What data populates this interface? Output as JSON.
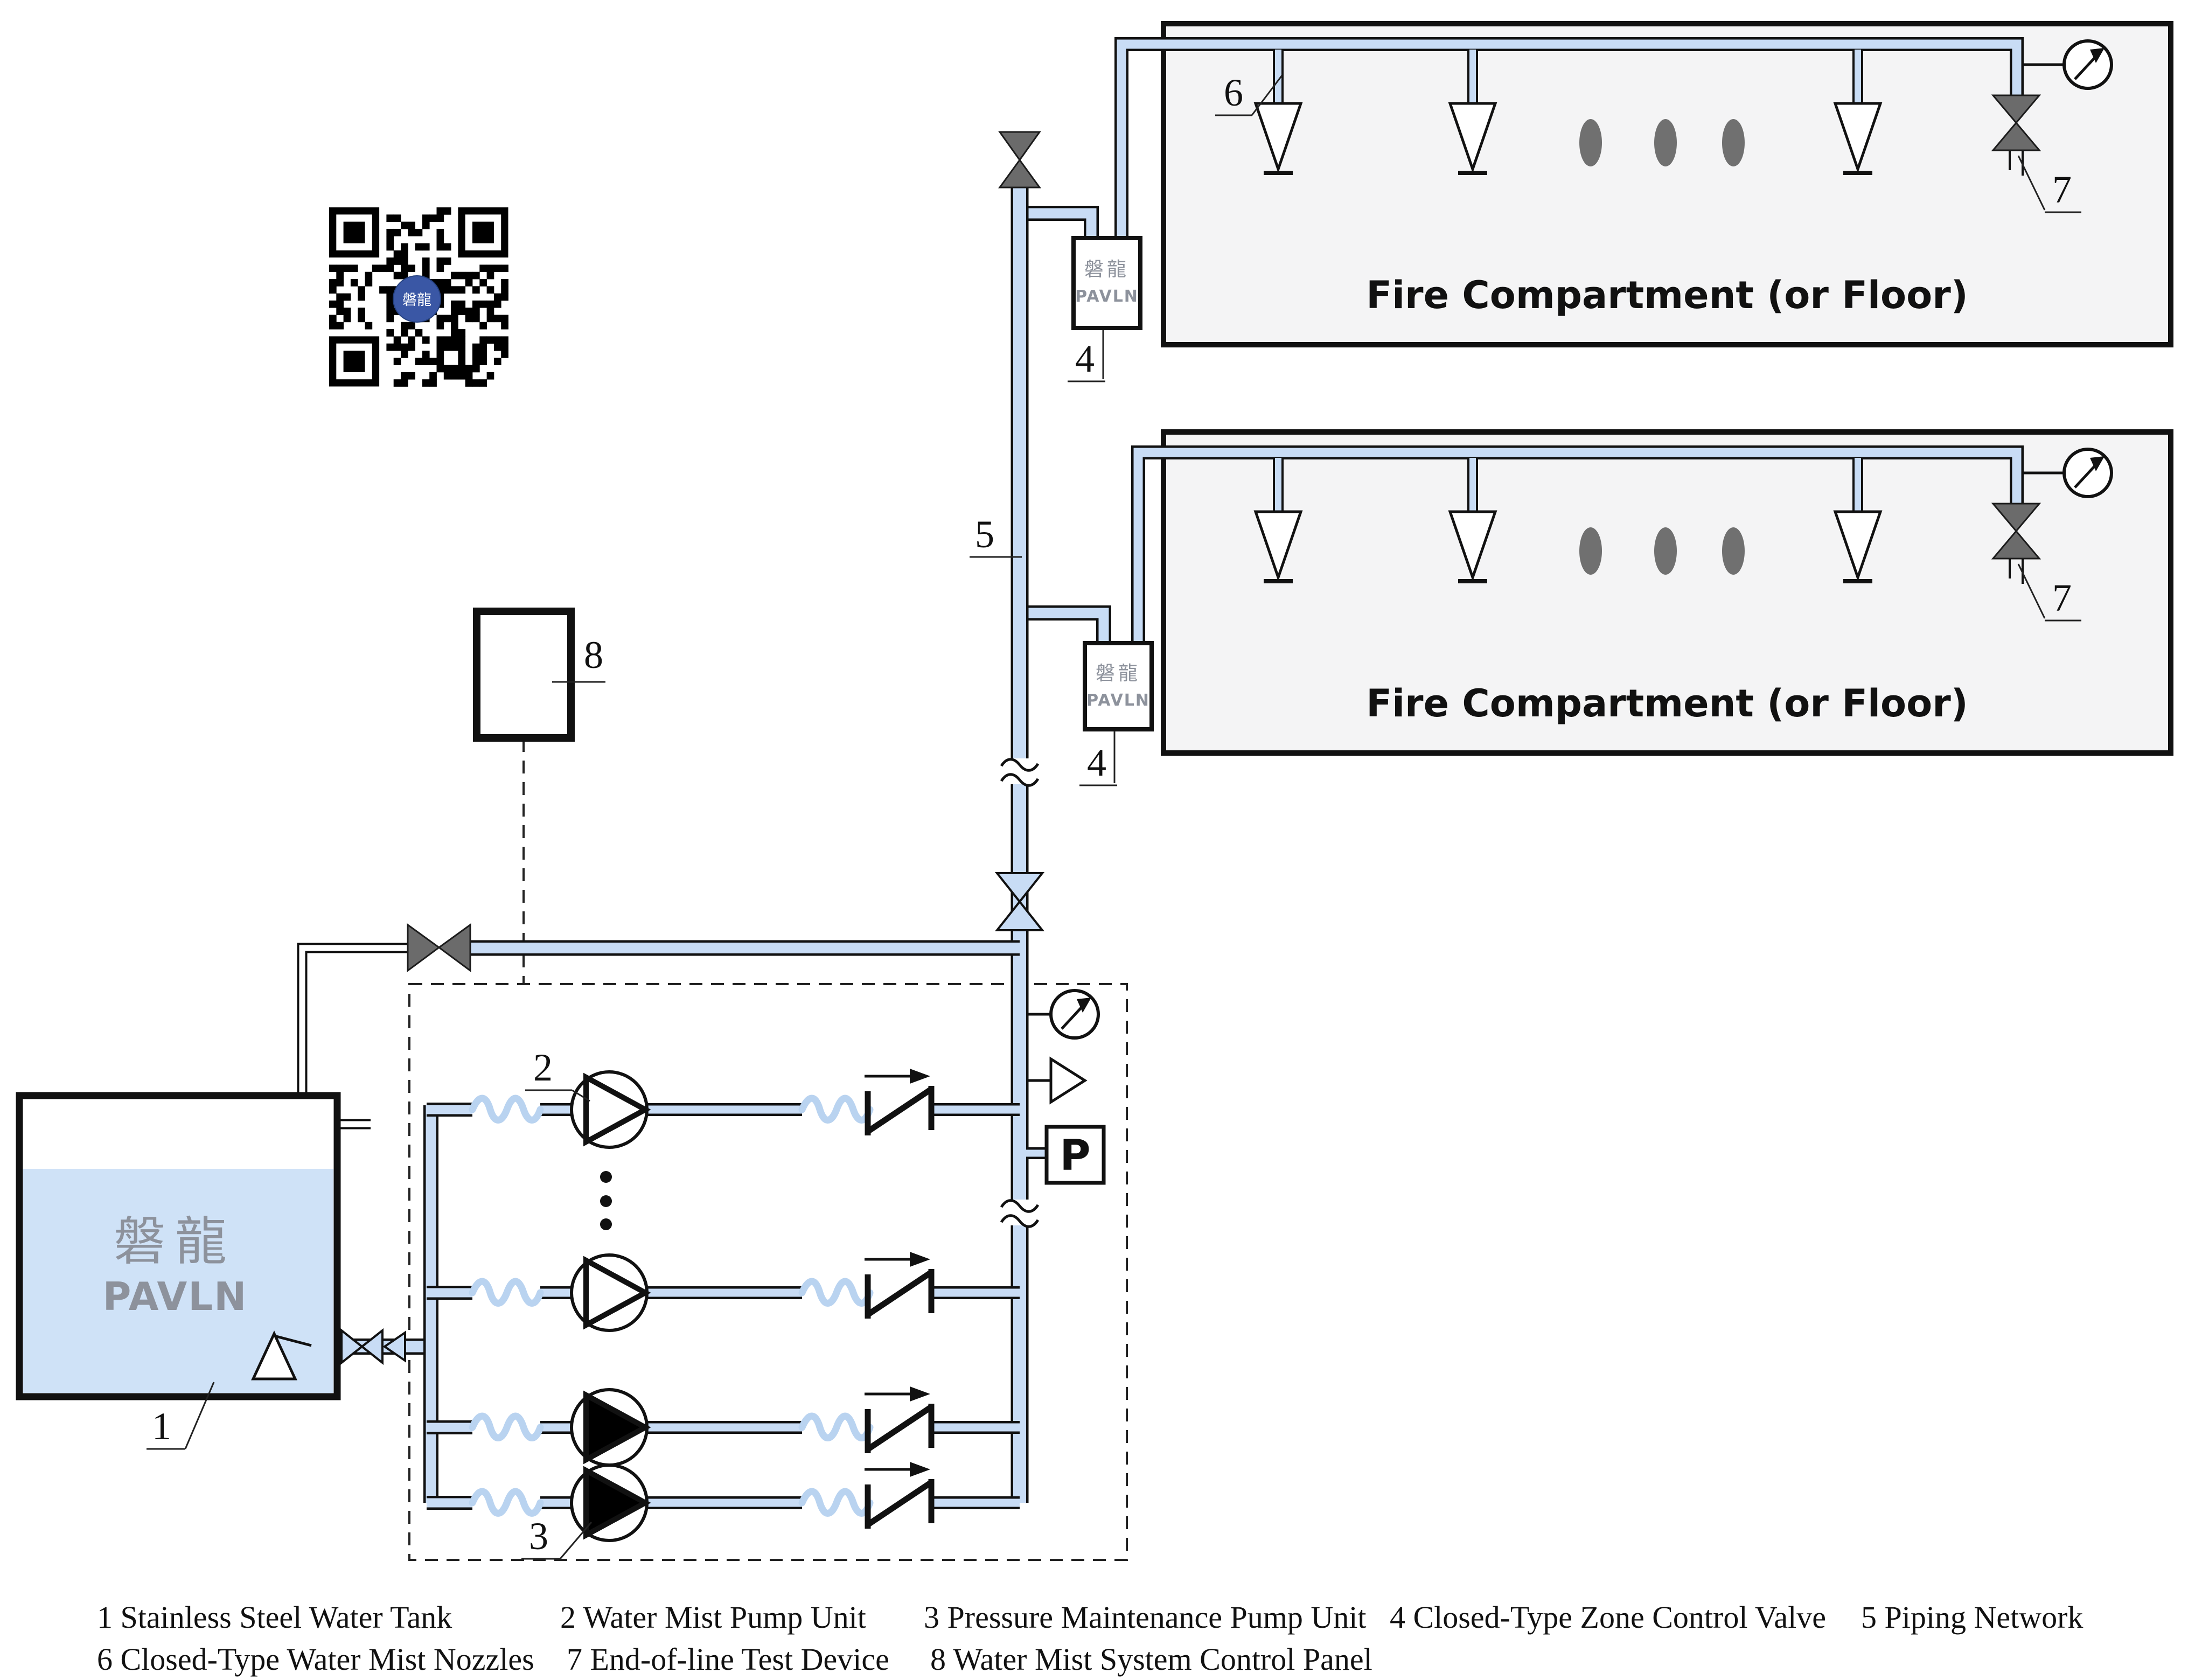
{
  "compartments": {
    "label": "Fire Compartment (or Floor)"
  },
  "brand": {
    "cjk": "磐龍",
    "latin": "PAVLN"
  },
  "qr": {
    "logo_text": "磐龍"
  },
  "pressure_switch": {
    "label": "P"
  },
  "callouts": {
    "tank": "1",
    "pump_unit": "2",
    "jockey_pump": "3",
    "zone_valve": "4",
    "piping_network": "5",
    "nozzle": "6",
    "test_device": "7",
    "control_panel": "8"
  },
  "legend": {
    "row1": [
      {
        "label": "1 Stainless Steel Water Tank"
      },
      {
        "label": "2 Water Mist Pump Unit"
      },
      {
        "label": "3 Pressure Maintenance Pump Unit"
      },
      {
        "label": "4 Closed-Type Zone Control Valve"
      },
      {
        "label": "5 Piping Network"
      }
    ],
    "row2": [
      {
        "label": "6 Closed-Type Water Mist Nozzles"
      },
      {
        "label": "7 End-of-line Test Device"
      },
      {
        "label": "8 Water Mist System Control Panel"
      }
    ]
  },
  "colors": {
    "pipe_fill": "#c8dcf5",
    "flex_hose": "#b9d3f0",
    "tank_water": "#cfe2f7",
    "compartment_fill": "#f4f4f5",
    "valve_dark": "#6b6b6b",
    "logo_gray": "#8d929c",
    "qr_logo_blue": "#3a57a5"
  }
}
